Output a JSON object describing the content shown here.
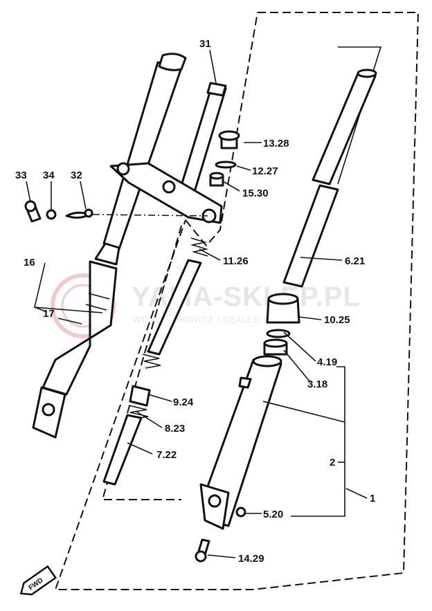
{
  "watermark": {
    "title": "YAMA-SKLEP.PL",
    "subtitle": "WOJCIECHOWICZ I DEALER YAMAHA"
  },
  "direction_marker": "FWD",
  "callouts": [
    {
      "id": "31",
      "text": "31"
    },
    {
      "id": "33",
      "text": "33"
    },
    {
      "id": "34",
      "text": "34"
    },
    {
      "id": "32",
      "text": "32"
    },
    {
      "id": "16",
      "text": "16"
    },
    {
      "id": "17",
      "text": "17"
    },
    {
      "id": "13.28",
      "text": "13.28"
    },
    {
      "id": "12.27",
      "text": "12.27"
    },
    {
      "id": "15.30",
      "text": "15.30"
    },
    {
      "id": "11.26",
      "text": "11.26"
    },
    {
      "id": "6.21",
      "text": "6.21"
    },
    {
      "id": "10.25",
      "text": "10.25"
    },
    {
      "id": "4.19",
      "text": "4.19"
    },
    {
      "id": "3.18",
      "text": "3.18"
    },
    {
      "id": "9.24",
      "text": "9.24"
    },
    {
      "id": "8.23",
      "text": "8.23"
    },
    {
      "id": "7.22",
      "text": "7.22"
    },
    {
      "id": "2",
      "text": "2"
    },
    {
      "id": "1",
      "text": "1"
    },
    {
      "id": "5.20",
      "text": "5.20"
    },
    {
      "id": "14.29",
      "text": "14.29"
    }
  ]
}
